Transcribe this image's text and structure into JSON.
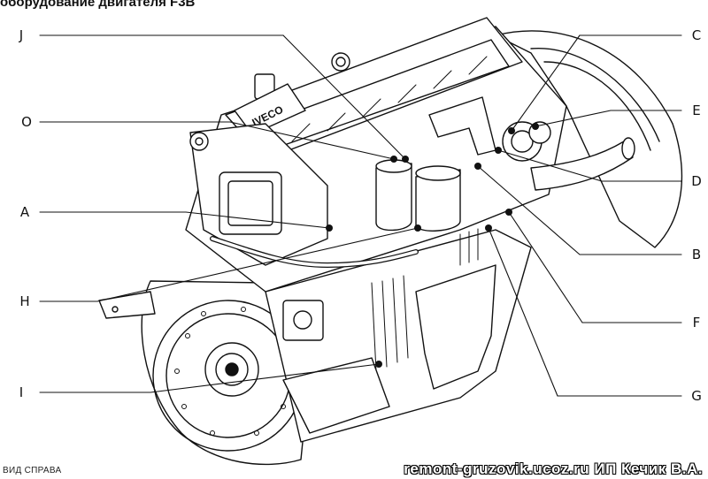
{
  "title": "оборудование двигателя F3B",
  "caption": "ВИД СПРАВА",
  "watermark": "remont-gruzovik.ucoz.ru  ИП Кечик В.А.",
  "brand_plate": "IVECO",
  "callouts": [
    {
      "id": "J",
      "label": "J"
    },
    {
      "id": "O",
      "label": "O"
    },
    {
      "id": "A",
      "label": "A"
    },
    {
      "id": "H",
      "label": "H"
    },
    {
      "id": "I",
      "label": "I"
    },
    {
      "id": "C",
      "label": "C"
    },
    {
      "id": "E",
      "label": "E"
    },
    {
      "id": "D",
      "label": "D"
    },
    {
      "id": "B",
      "label": "B"
    },
    {
      "id": "F",
      "label": "F"
    },
    {
      "id": "G",
      "label": "G"
    }
  ]
}
